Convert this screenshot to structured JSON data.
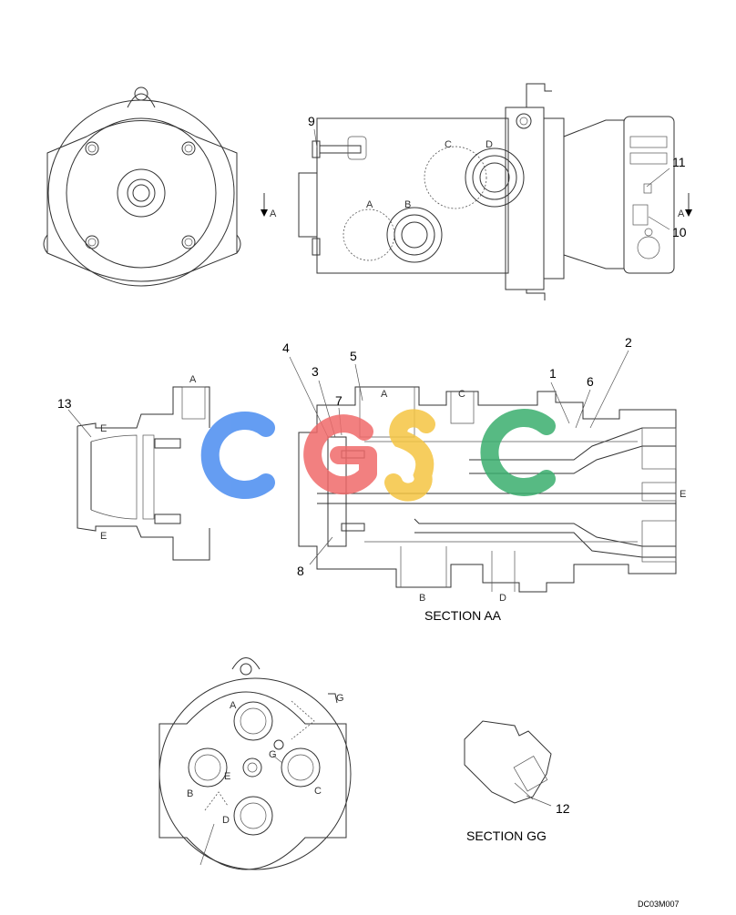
{
  "callouts": {
    "n1": "1",
    "n2": "2",
    "n3": "3",
    "n4": "4",
    "n5": "5",
    "n6": "6",
    "n7": "7",
    "n8": "8",
    "n9": "9",
    "n10": "10",
    "n11": "11",
    "n12": "12",
    "n13": "13"
  },
  "ports": {
    "a": "A",
    "b": "B",
    "c": "C",
    "d": "D",
    "e": "E",
    "g": "G"
  },
  "sections": {
    "aa": "SECTION AA",
    "gg": "SECTION GG"
  },
  "drawing_code": "DC03M007",
  "watermark": {
    "text": "CGSC",
    "colors": [
      "#4a8cf0",
      "#f06a6a",
      "#f5c542",
      "#3aae6e"
    ]
  }
}
